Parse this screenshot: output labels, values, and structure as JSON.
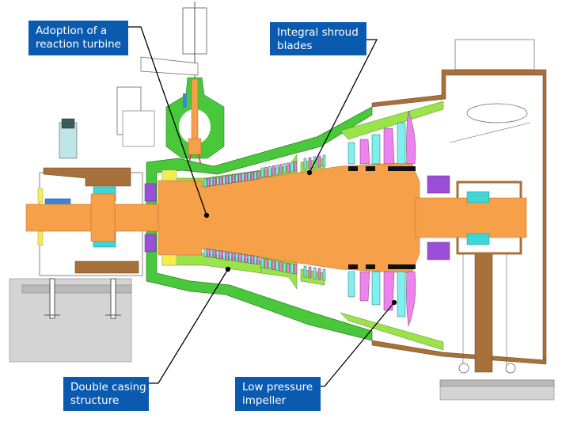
{
  "title": "Steam turbine cross-section",
  "callouts": [
    {
      "id": "reaction-turbine",
      "lines": [
        "Adoption of a",
        "reaction turbine"
      ]
    },
    {
      "id": "integral-shroud",
      "lines": [
        "Integral shroud",
        "blades"
      ]
    },
    {
      "id": "double-casing",
      "lines": [
        "Double casing",
        "structure"
      ]
    },
    {
      "id": "low-pressure-impeller",
      "lines": [
        "Low pressure",
        "impeller"
      ]
    }
  ],
  "colors": {
    "callout_bg": "#0a5bb0",
    "callout_text": "#ffffff",
    "rotor": "#f7a04a",
    "casing_inner": "#9be34a",
    "casing_outer": "#49c83b",
    "blade_magenta": "#ee82ee",
    "blade_cyan": "#7ff0f0",
    "bearing_purple": "#9b4fd9",
    "seal_yellow": "#f5ee4a",
    "exhaust_brown": "#a8703a",
    "coupling_cyan": "#3ed6d6",
    "bolt_blue": "#3b86d8",
    "foundation_gray": "#d4d4d4"
  }
}
